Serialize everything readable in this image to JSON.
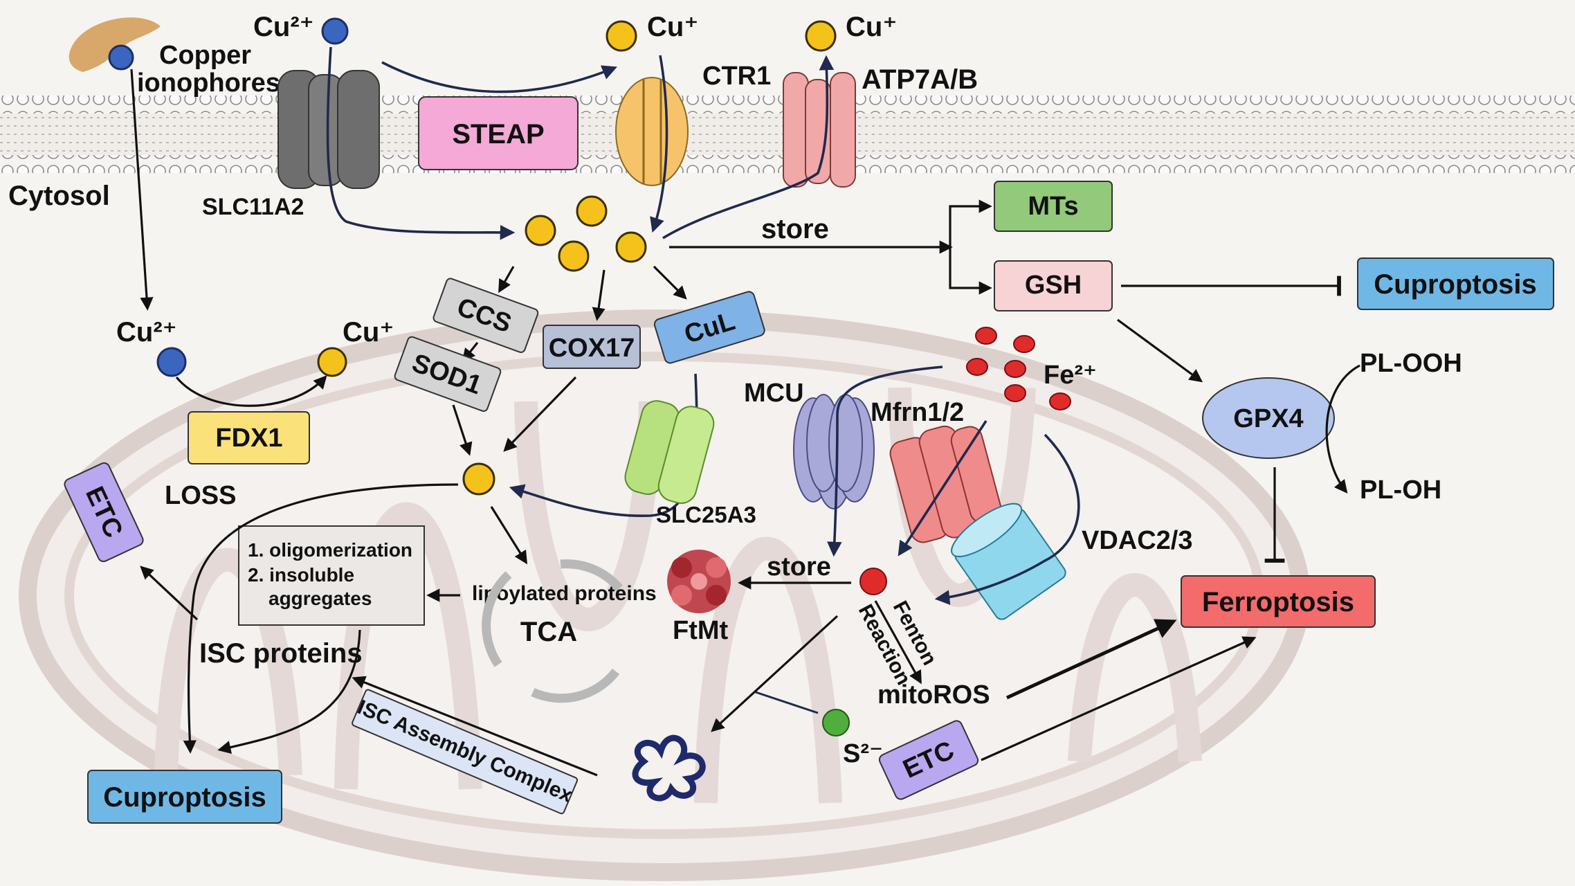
{
  "copper": {
    "cu2_top": "Cu²⁺",
    "cu1_top": "Cu⁺",
    "cu1_export": "Cu⁺",
    "ionophores": [
      "Copper",
      "ionophores"
    ],
    "cu2_mito": "Cu²⁺",
    "cu1_mito": "Cu⁺"
  },
  "transporters": {
    "slc11a2": "SLC11A2",
    "steap": "STEAP",
    "ctr1": "CTR1",
    "atp7": "ATP7A/B"
  },
  "compartments": {
    "cytosol": "Cytosol"
  },
  "chaperones": {
    "ccs": "CCS",
    "sod1": "SOD1",
    "cox17": "COX17",
    "cul": "CuL"
  },
  "storage": {
    "store_cyto": "store",
    "mts": "MTs",
    "gsh": "GSH"
  },
  "outcomes": {
    "cuproptosis_right": "Cuproptosis",
    "cuproptosis_left": "Cuproptosis",
    "ferroptosis": "Ferroptosis"
  },
  "gpx": {
    "gpx4": "GPX4",
    "pl_ooh": "PL-OOH",
    "pl_oh": "PL-OH"
  },
  "mito": {
    "fdx1": "FDX1",
    "loss": "LOSS",
    "etc_left": "ETC",
    "etc_right": "ETC",
    "list": [
      "1. oligomerization",
      "2. insoluble",
      "aggregates"
    ],
    "lipoylated": "lipoylated proteins",
    "tca": "TCA",
    "isc_proteins": "ISC proteins",
    "isc_complex": "ISC Assembly Complex",
    "slc25a3": "SLC25A3",
    "mcu": "MCU",
    "mfrn": "Mfrn1/2",
    "vdac": "VDAC2/3",
    "fe": "Fe²⁺",
    "store_mito": "store",
    "ftmt": "FtMt",
    "fenton": "Fenton",
    "reaction": "Reaction",
    "mitoros": "mitoROS",
    "s2": "S²⁻"
  },
  "colors": {
    "cu1": "#f5c21b",
    "cu2": "#3a66bf",
    "fe": "#e02b2b",
    "steap": "#f4a9d6",
    "mts": "#93c97a",
    "gsh": "#f8d3d6",
    "cuproptosis": "#6fb8e6",
    "ferroptosis": "#f36b6b",
    "fdx1": "#fbe17a",
    "etc": "#b9a7ef",
    "gpx4": "#b6c7ef",
    "slc25a3": "#b7e17f",
    "vdac": "#8fd7ec"
  }
}
